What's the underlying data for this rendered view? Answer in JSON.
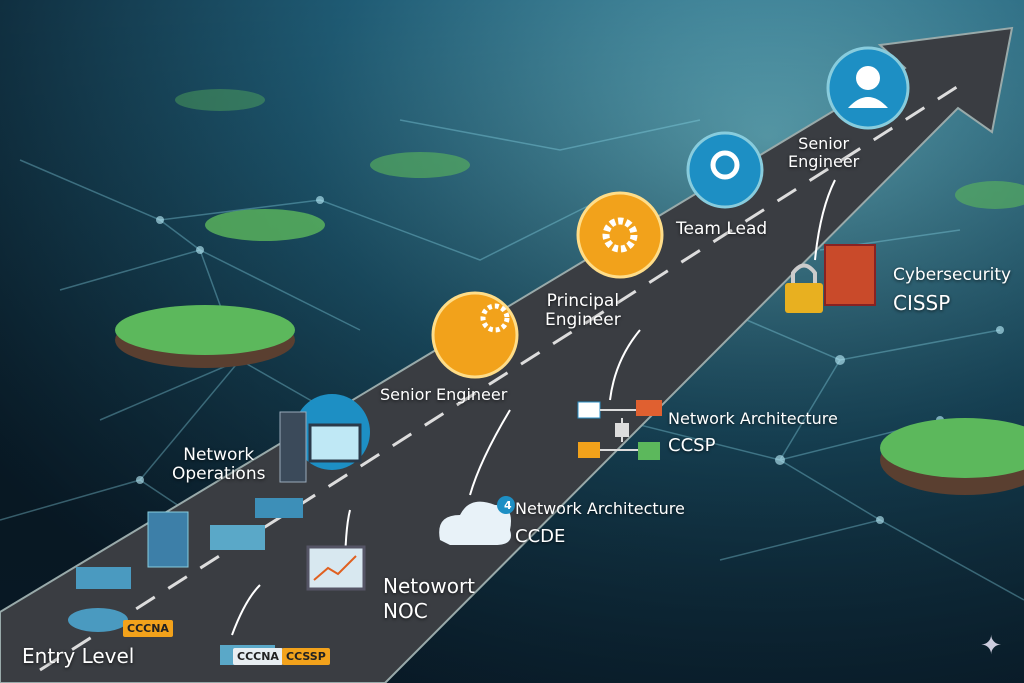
{
  "labels": {
    "entry_level": "Entry Level",
    "network_operations": "Network\nOperations",
    "netowork_noc_line1": "Netowort",
    "netowork_noc_line2": "NOC",
    "senior_engineer_1": "Senior Engineer",
    "network_arch_ccde_line1": "Network Architecture",
    "network_arch_ccde_line2": "CCDE",
    "principal_engineer": "Principal\nEngineer",
    "network_arch_ccsp_line1": "Network Architecture",
    "network_arch_ccsp_line2": "CCSP",
    "team_lead": "Team Lead",
    "senior_engineer_2": "Senior\nEngineer",
    "cybersecurity_line1": "Cybersecurity",
    "cybersecurity_line2": "CISSP"
  },
  "badges": {
    "ccna_road": "CCCNA",
    "ccna_cable": "CCCNA",
    "ccssp": "CCSSP",
    "cloud_num": "4"
  },
  "colors": {
    "road": "#3a3d42",
    "blue_badge": "#1d8fc4",
    "orange_badge": "#f2a21b",
    "green_node": "#5cb85c"
  }
}
